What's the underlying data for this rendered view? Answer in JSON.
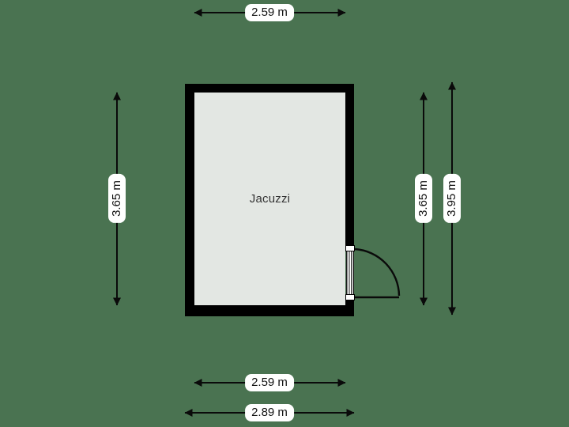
{
  "floorplan": {
    "room": {
      "label": "Jacuzzi"
    },
    "dimensions": {
      "top": "2.59 m",
      "bottom_inner": "2.59 m",
      "bottom_outer": "2.89 m",
      "left": "3.65 m",
      "right_inner": "3.65 m",
      "right_outer": "3.95 m"
    },
    "icons": {
      "door": "door-swing-arc-icon"
    },
    "colors": {
      "background": "#4a7351",
      "wall": "#000000",
      "floor": "#e3e7e3",
      "line": "#0a0a0a",
      "dimension_label_bg": "#ffffff",
      "dimension_text": "#111111",
      "room_label_text": "#333333"
    }
  }
}
